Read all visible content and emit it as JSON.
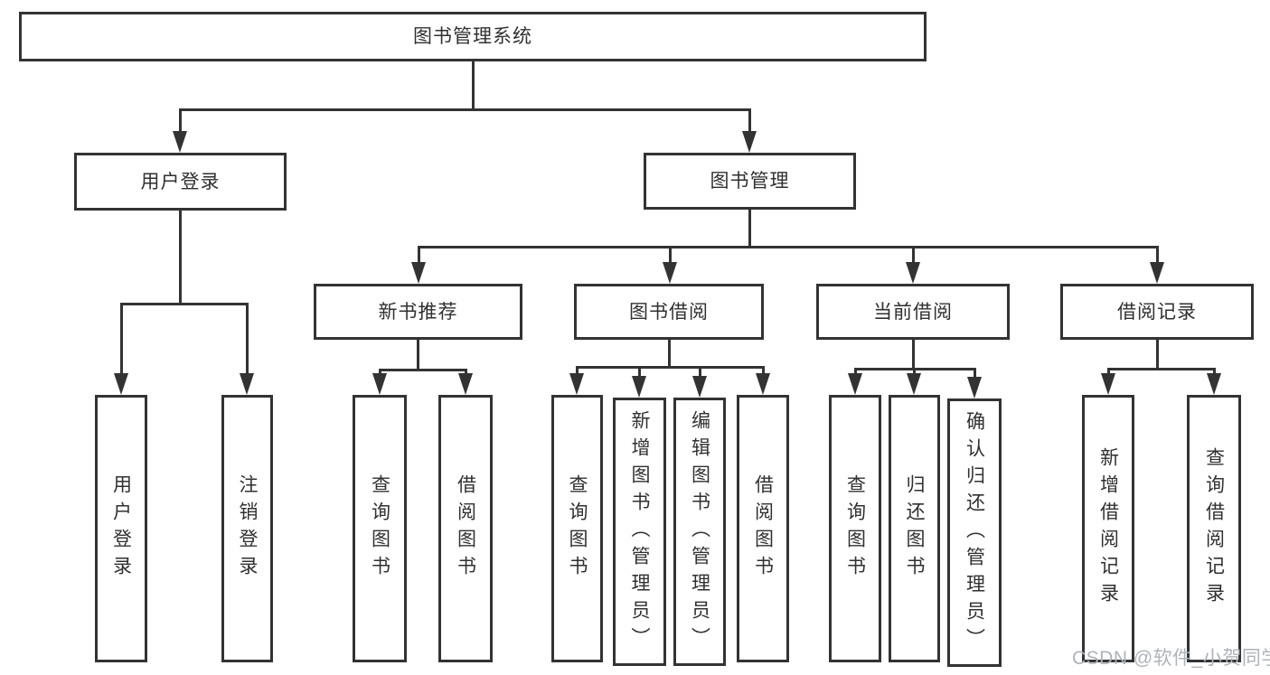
{
  "colors": {
    "line": "#333333",
    "text": "#303030",
    "background": "#ffffff",
    "watermark": "#aeb3b9"
  },
  "watermark": {
    "text": "CSDN @软件_小贺同学"
  },
  "tree": {
    "label": "图书管理系统",
    "children": [
      {
        "label": "用户登录",
        "children": [
          {
            "label": "用户登录"
          },
          {
            "label": "注销登录"
          }
        ]
      },
      {
        "label": "图书管理",
        "children": [
          {
            "label": "新书推荐",
            "children": [
              {
                "label": "查询图书"
              },
              {
                "label": "借阅图书"
              }
            ]
          },
          {
            "label": "图书借阅",
            "children": [
              {
                "label": "查询图书"
              },
              {
                "label": "新增图书（管理员）"
              },
              {
                "label": "编辑图书（管理员）"
              },
              {
                "label": "借阅图书"
              }
            ]
          },
          {
            "label": "当前借阅",
            "children": [
              {
                "label": "查询图书"
              },
              {
                "label": "归还图书"
              },
              {
                "label": "确认归还（管理员）"
              }
            ]
          },
          {
            "label": "借阅记录",
            "children": [
              {
                "label": "新增借阅记录"
              },
              {
                "label": "查询借阅记录"
              }
            ]
          }
        ]
      }
    ]
  }
}
